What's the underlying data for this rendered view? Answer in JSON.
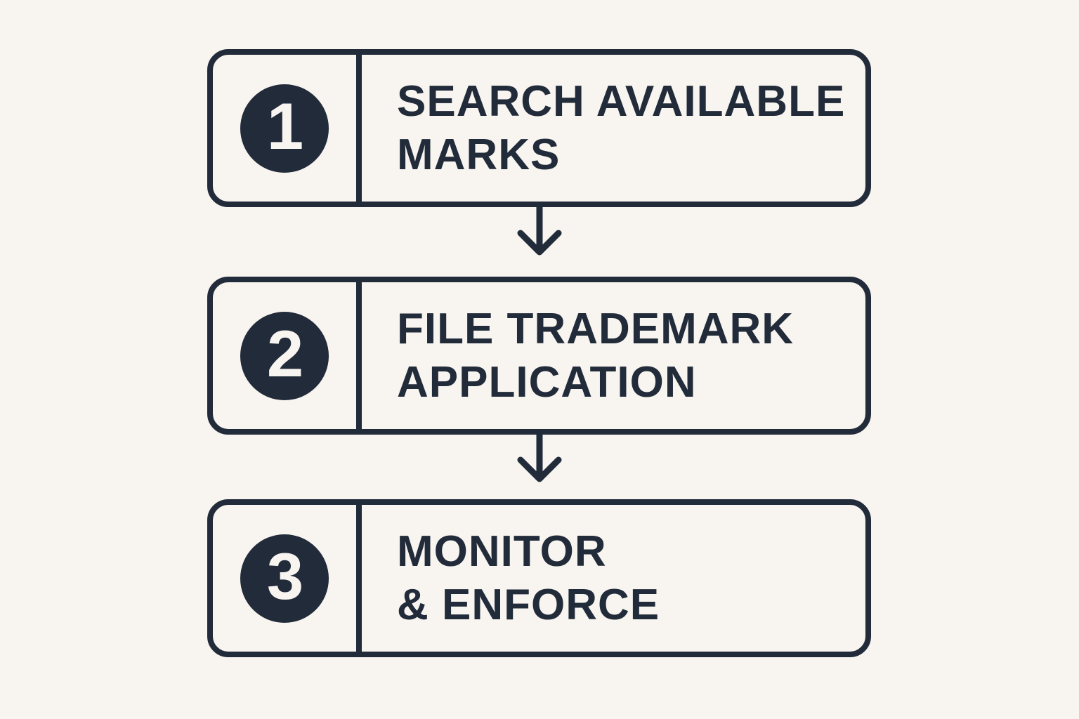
{
  "figure": {
    "type": "process-flow-diagram",
    "direction": "top-to-bottom",
    "colors": {
      "background": "#F8F4EF",
      "ink": "#222B3A",
      "badge_fill": "#222B3A",
      "badge_text": "#F8F4EF"
    },
    "icons": {
      "connector": "arrow-down-icon"
    }
  },
  "steps": [
    {
      "number": "1",
      "line1": "SEARCH AVAILABLE",
      "line2": "MARKS"
    },
    {
      "number": "2",
      "line1": "FILE TRADEMARK",
      "line2": "APPLICATION"
    },
    {
      "number": "3",
      "line1": "MONITOR",
      "line2": "& ENFORCE"
    }
  ]
}
